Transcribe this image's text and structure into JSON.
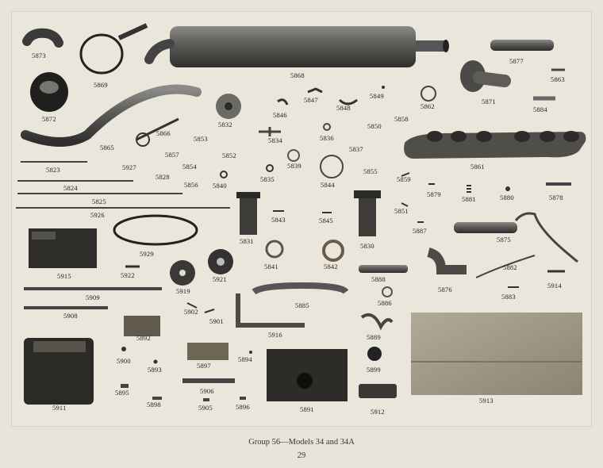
{
  "caption": "Group 56—Models 34 and 34A",
  "page_number": "29",
  "parts": [
    "5873",
    "5869",
    "5868",
    "5877",
    "5863",
    "5872",
    "5847",
    "5849",
    "5862",
    "5871",
    "5884",
    "5846",
    "5848",
    "5858",
    "5865",
    "5866",
    "5832",
    "5853",
    "5834",
    "5836",
    "5850",
    "5837",
    "5857",
    "5852",
    "5861",
    "5823",
    "5927",
    "5854",
    "5839",
    "5855",
    "5859",
    "5828",
    "5856",
    "5840",
    "5835",
    "5844",
    "5879",
    "5881",
    "5880",
    "5878",
    "5824",
    "5825",
    "5926",
    "5843",
    "5845",
    "5851",
    "5887",
    "5831",
    "5830",
    "5915",
    "5922",
    "5929",
    "5841",
    "5842",
    "5875",
    "5919",
    "5921",
    "5888",
    "5876",
    "5882",
    "5914",
    "5909",
    "5885",
    "5883",
    "5908",
    "5902",
    "5886",
    "5901",
    "5892",
    "5916",
    "5889",
    "5900",
    "5893",
    "5897",
    "5894",
    "5899",
    "5911",
    "5895",
    "5898",
    "5906",
    "5905",
    "5896",
    "5891",
    "5912",
    "5913"
  ]
}
